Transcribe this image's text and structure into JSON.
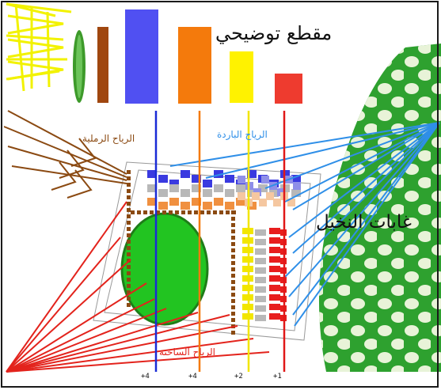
{
  "legend": {
    "title": "مقطع توضيحي",
    "bars": [
      {
        "name": "tree",
        "color": "#3d9a2a"
      },
      {
        "name": "brown",
        "color": "#a0470f"
      },
      {
        "name": "blue",
        "color": "#5050f2"
      },
      {
        "name": "orange",
        "color": "#f47a0c"
      },
      {
        "name": "yellow",
        "color": "#fff200"
      },
      {
        "name": "red",
        "color": "#ee3b2f"
      }
    ]
  },
  "labels": {
    "palm_forest": "غابات النخيل",
    "sand_winds": "الرياح الرملية",
    "cold_winds": "الرياح الباردة",
    "hot_winds": "الرياح الساخنة"
  },
  "section_lines": [
    {
      "label": "+4",
      "color": "#1a2bd6"
    },
    {
      "label": "+4",
      "color": "#f47a0c"
    },
    {
      "label": "+2",
      "color": "#f2e600"
    },
    {
      "label": "+1",
      "color": "#e01818"
    }
  ],
  "colors": {
    "sand": "#8b4a12",
    "cold": "#2f8fe8",
    "hot": "#e3231c",
    "sun": "#f2f200",
    "forest": "#2ea12f",
    "oasis": "#22c421"
  },
  "icons": [
    "sun-ray-icon",
    "palm-tree-icon",
    "forest-dot-icon"
  ]
}
